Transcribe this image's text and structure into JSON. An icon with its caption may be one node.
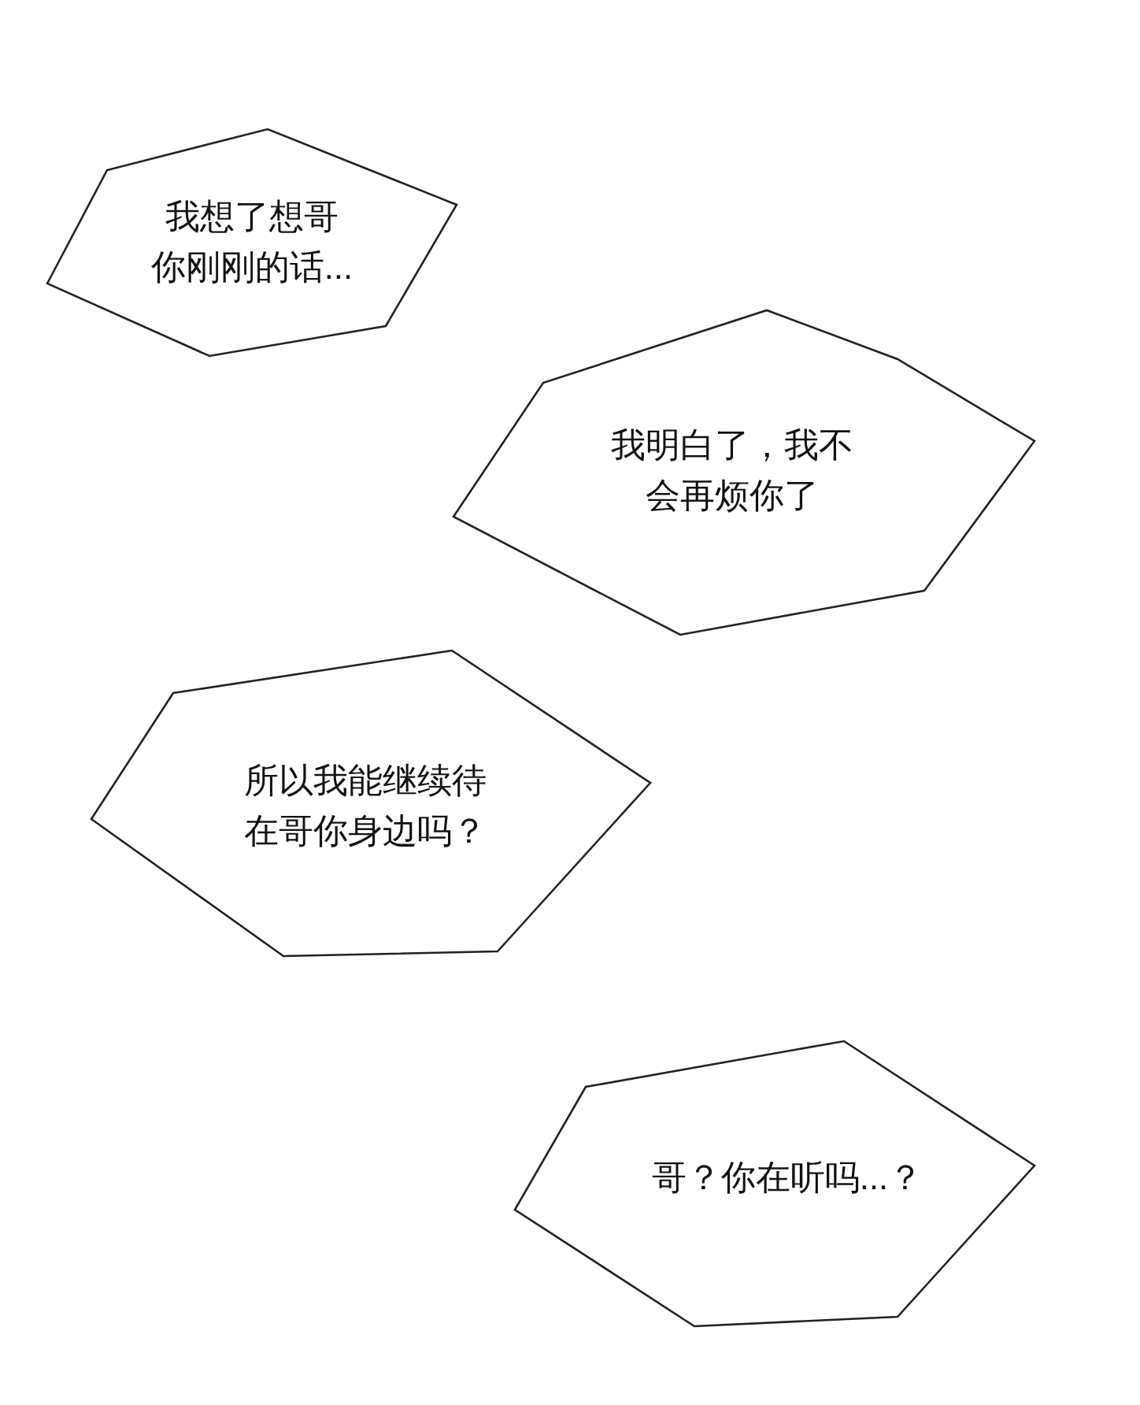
{
  "diagram": {
    "nodes": [
      {
        "text": [
          "我想了想哥你刚刚的话..."
        ]
      },
      {
        "text": [
          "我明白了，我不会再烦你了"
        ]
      },
      {
        "text": [
          "所以我能继续待在哥你身边吗？"
        ]
      },
      {
        "text": [
          "哥？你在听吗...？"
        ]
      }
    ]
  }
}
